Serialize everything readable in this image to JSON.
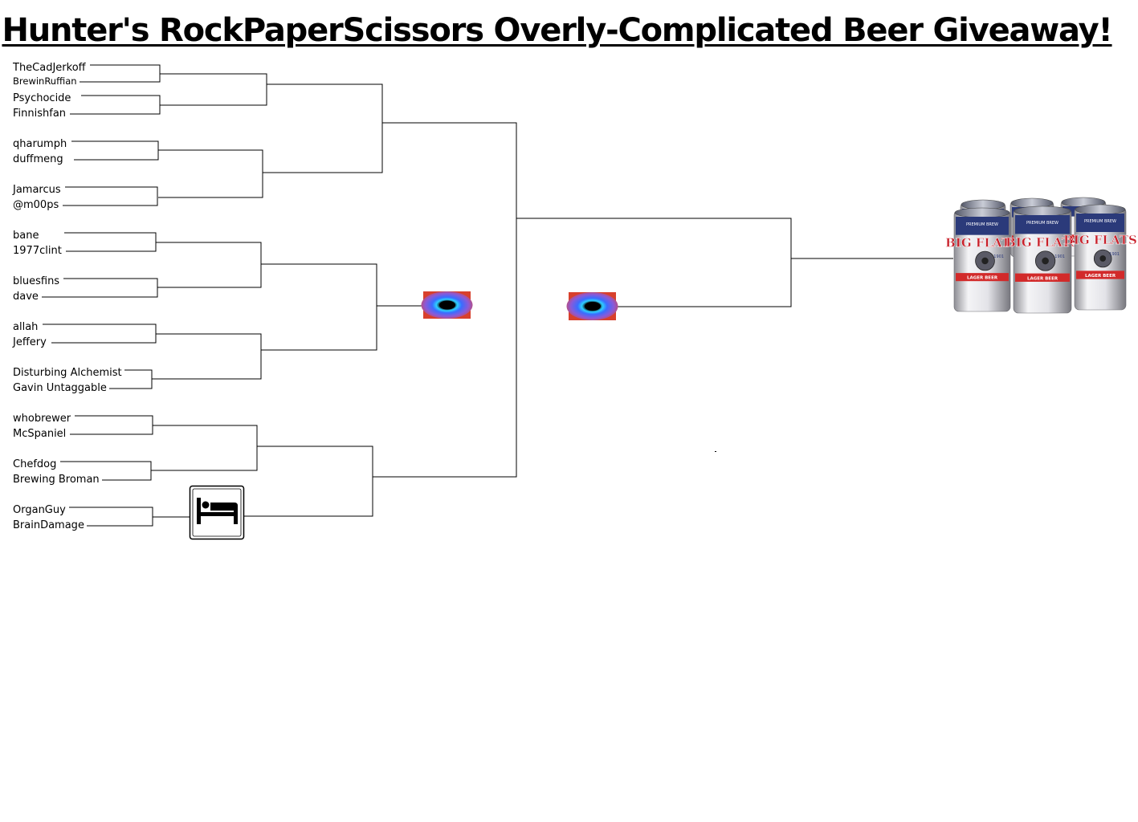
{
  "title": "Hunter's RockPaperScissors Overly-Complicated Beer Giveaway!",
  "players": [
    "TheCadJerkoff",
    "BrewinRuffian",
    "Psychocide",
    "Finnishfan",
    "qharumph",
    "duffmeng",
    "Jamarcus",
    "@m00ps",
    "bane",
    "1977clint",
    "bluesfins",
    "dave",
    "allah",
    "Jeffery",
    "Disturbing Alchemist",
    "Gavin Untaggable",
    "whobrewer",
    "McSpaniel",
    "Chefdog",
    "Brewing Broman",
    "OrganGuy",
    "BrainDamage"
  ],
  "prize": {
    "brand": "BIG FLATS",
    "top_text": "PREMIUM BREW",
    "year": "1901",
    "band": "LAGER BEER"
  },
  "icons": {
    "vortex": "black-hole-vortex-icon",
    "bed": "bed-sleeping-icon"
  }
}
